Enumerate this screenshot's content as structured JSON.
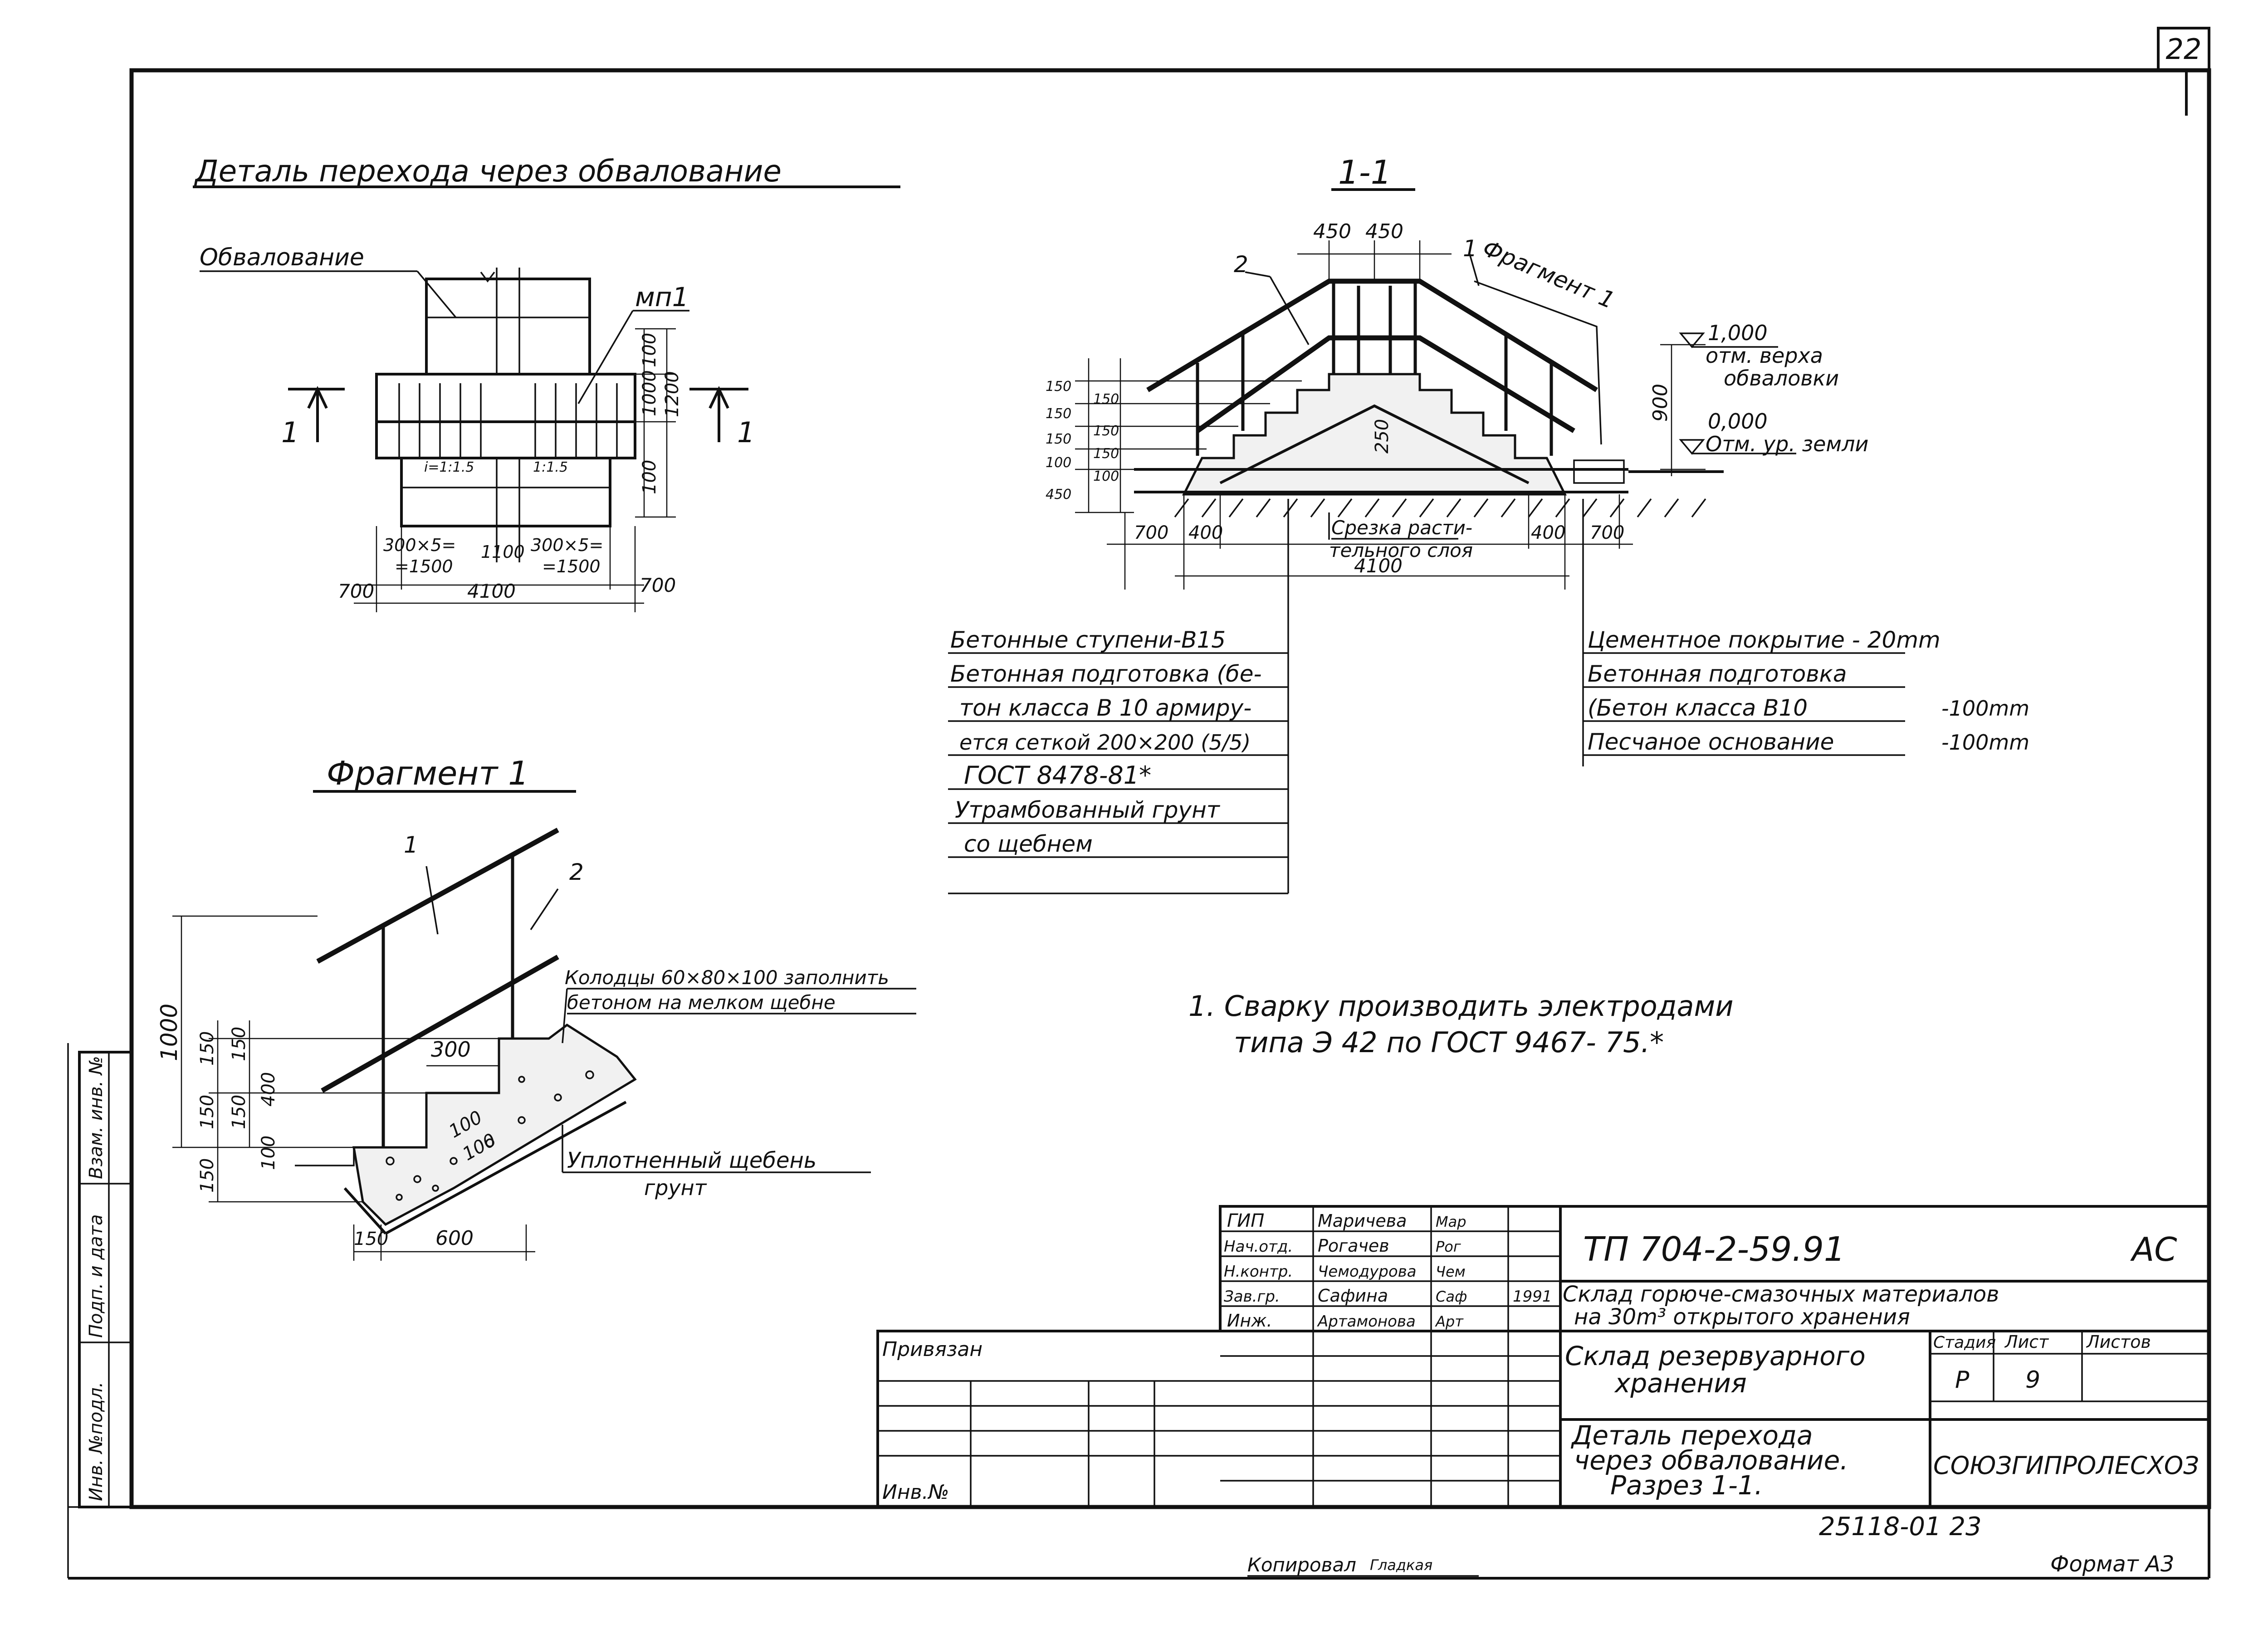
{
  "sheet_number": "22",
  "plan": {
    "title": "Деталь перехода через обвалование",
    "label_embankment": "Обвалование",
    "label_mp": "мп1",
    "section_mark": "1",
    "dims": {
      "d100a": "100",
      "d1000": "1000",
      "d1200": "1200",
      "d100b": "100",
      "slope_left": "i=1:1.5",
      "slope_right": "1:1.5",
      "left_top": "300×5=",
      "left_bot": "=1500",
      "mid": "1100",
      "right_top": "300×5=",
      "right_bot": "=1500",
      "total": "4100",
      "out_left": "700",
      "out_right": "700"
    }
  },
  "section": {
    "title": "1-1",
    "top_left": "450",
    "top_right": "450",
    "callout_2": "2",
    "callout_1": "1",
    "fragment_label": "Фрагмент 1",
    "d250": "250",
    "d900": "900",
    "left_steps": [
      "150",
      "150",
      "150",
      "150",
      "150",
      "150",
      "100",
      "100",
      "450"
    ],
    "elev_top_value": "1,000",
    "elev_top_text1": "отм. верха",
    "elev_top_text2": "обваловки",
    "elev_zero_value": "0,000",
    "elev_zero_text": "Отм. ур. земли",
    "b700l": "700",
    "b400l": "400",
    "b400r": "400",
    "b700r": "700",
    "cut_text1": "Срезка расти-",
    "cut_text2": "тельного слоя",
    "b4100": "4100"
  },
  "left_legend": [
    "Бетонные ступени-В15",
    "Бетонная подготовка (бе-",
    "тон класса В 10 армиру-",
    "ется сеткой 200×200 (5/5)",
    "ГОСТ 8478-81*",
    "Утрамбованный грунт",
    "со щебнем"
  ],
  "right_legend": {
    "r1": "Цементное покрытие - 20mm",
    "r2": "Бетонная подготовка",
    "r3a": "(Бетон класса В10",
    "r3b": "-100mm",
    "r4a": "Песчаное основание",
    "r4b": "-100mm"
  },
  "fragment": {
    "title": "Фрагмент 1",
    "callout_1": "1",
    "callout_2": "2",
    "well_note1": "Колодцы 60×80×100 заполнить",
    "well_note2": "бетоном на мелком щебне",
    "d1000": "1000",
    "d150a": "150",
    "d150b": "150",
    "d400": "400",
    "d150c": "150",
    "d150d": "150",
    "d100e": "100",
    "d300": "300",
    "d100x": "100",
    "d100y": "100",
    "d150bot": "150",
    "d600": "600",
    "gravel1": "Уплотненный щебень",
    "gravel2": "грунт"
  },
  "note": {
    "line1": "1. Сварку производить электродами",
    "line2": "типа Э 42 по ГОСТ 9467- 75.*"
  },
  "stamp": {
    "roles": [
      "ГИП",
      "Нач.отд.",
      "Н.контр.",
      "Зав.гр.",
      "Инж."
    ],
    "names": [
      "Маричева",
      "Рогачев",
      "Чемодурова",
      "Сафина",
      "Артамонова"
    ],
    "signs": [
      "Мар",
      "Рог",
      "Чем",
      "Саф",
      "Арт"
    ],
    "year": "1991",
    "privyazan": "Привязан",
    "inv_no": "Инв.№",
    "code": "ТП  704-2-59.91",
    "mark": "АС",
    "desc1": "Склад горюче-смазочных материалов",
    "desc2": "на 30m³ открытого хранения",
    "block1": "Склад резервуарного",
    "block2": "хранения",
    "h_stage": "Стадия",
    "h_sheet": "Лист",
    "h_sheets": "Листов",
    "v_stage": "Р",
    "v_sheet": "9",
    "title1": "Деталь перехода",
    "title2": "через обвалование.",
    "title3": "Разрез 1-1.",
    "org": "СОЮЗГИПРОЛЕСХОЗ",
    "archive": "25118-01  23"
  },
  "side_labels": [
    "Инв. №подл.",
    "Подп. и дата",
    "Взам. инв. №"
  ],
  "footer": {
    "copied": "Копировал",
    "copied_sign": "Гладкая",
    "format": "Формат А3"
  }
}
